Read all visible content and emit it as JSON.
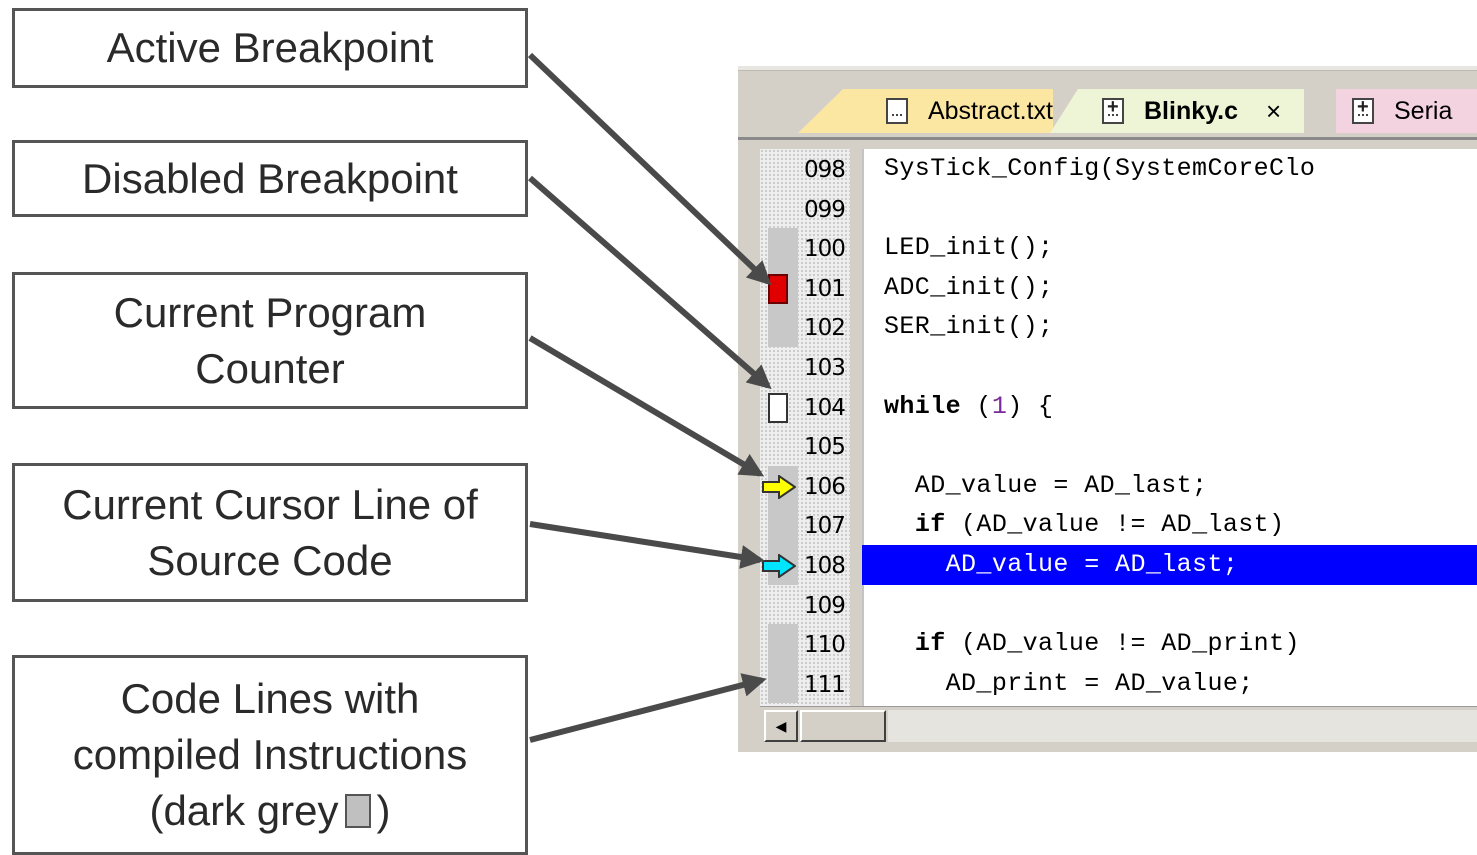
{
  "callouts": {
    "active_breakpoint": "Active Breakpoint",
    "disabled_breakpoint": "Disabled Breakpoint",
    "program_counter": "Current Program\nCounter",
    "cursor_line": "Current Cursor Line of\nSource Code",
    "compiled_lines_1": "Code Lines with\ncompiled Instructions\n(dark grey",
    "compiled_lines_2": ")"
  },
  "tabs": [
    {
      "label": "Abstract.txt",
      "icon": "text-file-icon"
    },
    {
      "label": "Blinky.c",
      "close": "×",
      "icon": "source-file-icon"
    },
    {
      "label": "Seria",
      "icon": "source-file-icon"
    }
  ],
  "lines": [
    {
      "num": "098",
      "code": "SysTick_Config(SystemCoreClo",
      "compiled": false
    },
    {
      "num": "099",
      "code": "",
      "compiled": false
    },
    {
      "num": "100",
      "code": "LED_init();",
      "compiled": true
    },
    {
      "num": "101",
      "code": "ADC_init();",
      "compiled": true,
      "marker": "active-breakpoint"
    },
    {
      "num": "102",
      "code": "SER_init();",
      "compiled": true
    },
    {
      "num": "103",
      "code": "",
      "compiled": false
    },
    {
      "num": "104",
      "code": "while (1) {",
      "compiled": false,
      "marker": "disabled-breakpoint"
    },
    {
      "num": "105",
      "code": "",
      "compiled": false
    },
    {
      "num": "106",
      "code": "  AD_value = AD_last;",
      "compiled": true,
      "marker": "program-counter"
    },
    {
      "num": "107",
      "code": "  if (AD_value != AD_last)",
      "compiled": true
    },
    {
      "num": "108",
      "code": "    AD_value = AD_last;",
      "compiled": true,
      "marker": "cursor-line",
      "selected": true
    },
    {
      "num": "109",
      "code": "",
      "compiled": false
    },
    {
      "num": "110",
      "code": "  if (AD_value != AD_print)",
      "compiled": true
    },
    {
      "num": "111",
      "code": "    AD_print = AD_value;",
      "compiled": true
    }
  ],
  "colors": {
    "active_breakpoint": "#e00000",
    "program_counter_arrow": "#ffff00",
    "cursor_arrow": "#00e5ff",
    "selection": "#0000ff",
    "compiled_grey": "#c8c8c8",
    "number_literal": "#7a2a96"
  }
}
